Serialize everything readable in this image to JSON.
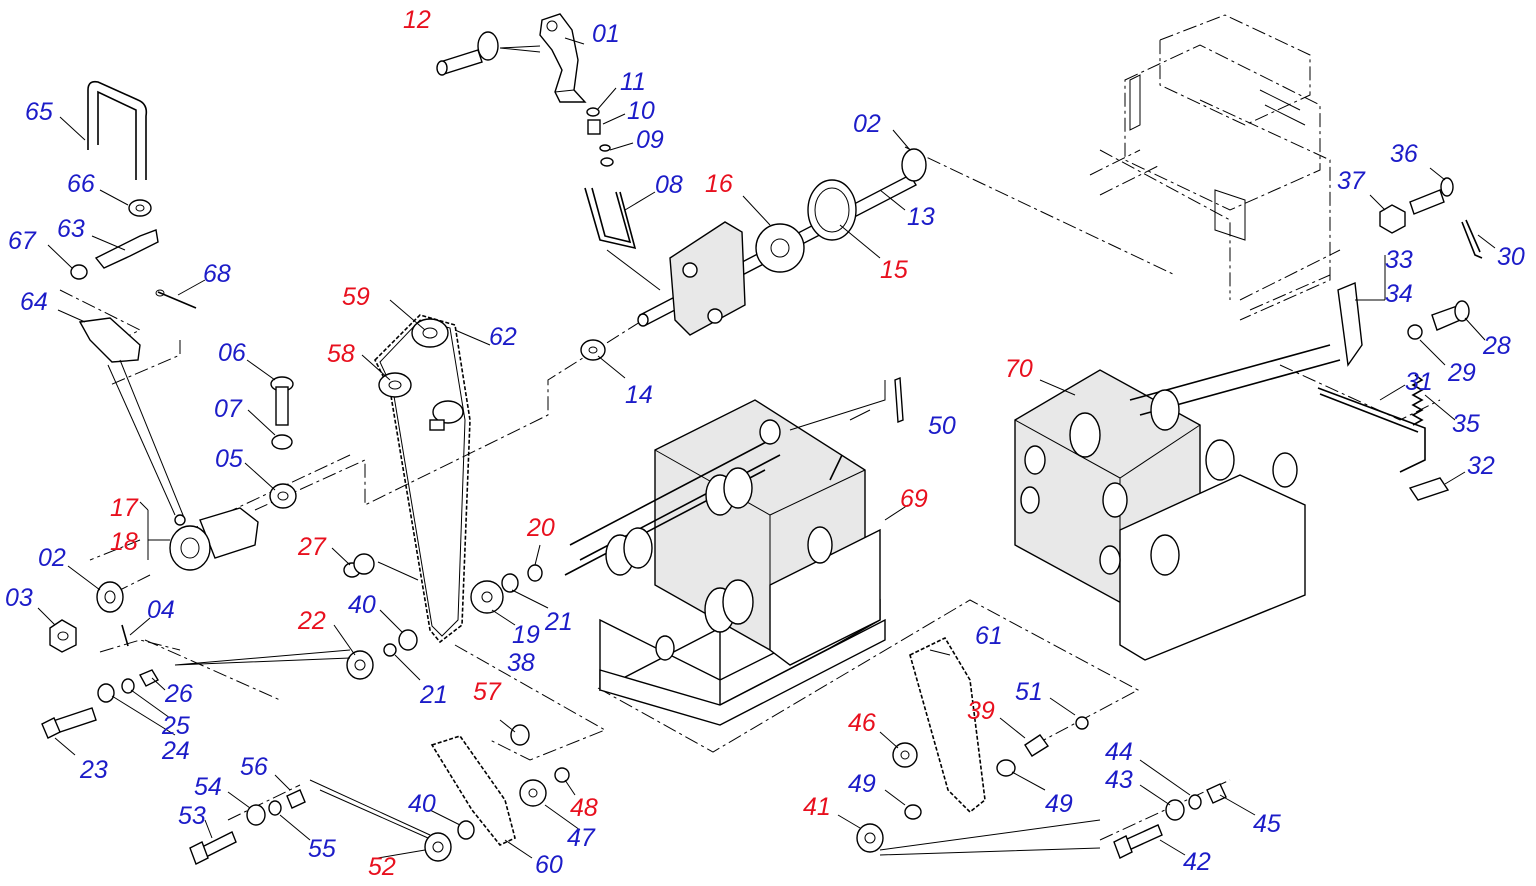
{
  "colors": {
    "new_part": "#e8101e",
    "standard_part": "#1c1cc8",
    "line": "#000000",
    "background": "#ffffff"
  },
  "callouts": [
    {
      "id": "c01",
      "text": "01",
      "color": "standard_part"
    },
    {
      "id": "c02a",
      "text": "02",
      "color": "standard_part"
    },
    {
      "id": "c02b",
      "text": "02",
      "color": "standard_part"
    },
    {
      "id": "c03",
      "text": "03",
      "color": "standard_part"
    },
    {
      "id": "c04",
      "text": "04",
      "color": "standard_part"
    },
    {
      "id": "c05",
      "text": "05",
      "color": "standard_part"
    },
    {
      "id": "c06",
      "text": "06",
      "color": "standard_part"
    },
    {
      "id": "c07",
      "text": "07",
      "color": "standard_part"
    },
    {
      "id": "c08",
      "text": "08",
      "color": "standard_part"
    },
    {
      "id": "c09",
      "text": "09",
      "color": "standard_part"
    },
    {
      "id": "c10",
      "text": "10",
      "color": "standard_part"
    },
    {
      "id": "c11",
      "text": "11",
      "color": "standard_part"
    },
    {
      "id": "c12",
      "text": "12",
      "color": "new_part"
    },
    {
      "id": "c13",
      "text": "13",
      "color": "standard_part"
    },
    {
      "id": "c14",
      "text": "14",
      "color": "standard_part"
    },
    {
      "id": "c15",
      "text": "15",
      "color": "new_part"
    },
    {
      "id": "c16",
      "text": "16",
      "color": "new_part"
    },
    {
      "id": "c17",
      "text": "17",
      "color": "new_part"
    },
    {
      "id": "c18",
      "text": "18",
      "color": "new_part"
    },
    {
      "id": "c19",
      "text": "19",
      "color": "standard_part"
    },
    {
      "id": "c20",
      "text": "20",
      "color": "new_part"
    },
    {
      "id": "c21a",
      "text": "21",
      "color": "standard_part"
    },
    {
      "id": "c21b",
      "text": "21",
      "color": "standard_part"
    },
    {
      "id": "c22",
      "text": "22",
      "color": "new_part"
    },
    {
      "id": "c23",
      "text": "23",
      "color": "standard_part"
    },
    {
      "id": "c24",
      "text": "24",
      "color": "standard_part"
    },
    {
      "id": "c25",
      "text": "25",
      "color": "standard_part"
    },
    {
      "id": "c26",
      "text": "26",
      "color": "standard_part"
    },
    {
      "id": "c27",
      "text": "27",
      "color": "new_part"
    },
    {
      "id": "c28",
      "text": "28",
      "color": "standard_part"
    },
    {
      "id": "c29",
      "text": "29",
      "color": "standard_part"
    },
    {
      "id": "c30",
      "text": "30",
      "color": "standard_part"
    },
    {
      "id": "c31",
      "text": "31",
      "color": "standard_part"
    },
    {
      "id": "c32",
      "text": "32",
      "color": "standard_part"
    },
    {
      "id": "c33",
      "text": "33",
      "color": "standard_part"
    },
    {
      "id": "c34",
      "text": "34",
      "color": "standard_part"
    },
    {
      "id": "c35",
      "text": "35",
      "color": "standard_part"
    },
    {
      "id": "c36",
      "text": "36",
      "color": "standard_part"
    },
    {
      "id": "c37",
      "text": "37",
      "color": "standard_part"
    },
    {
      "id": "c38",
      "text": "38",
      "color": "standard_part"
    },
    {
      "id": "c39",
      "text": "39",
      "color": "new_part"
    },
    {
      "id": "c40a",
      "text": "40",
      "color": "standard_part"
    },
    {
      "id": "c40b",
      "text": "40",
      "color": "standard_part"
    },
    {
      "id": "c41",
      "text": "41",
      "color": "new_part"
    },
    {
      "id": "c42",
      "text": "42",
      "color": "standard_part"
    },
    {
      "id": "c43",
      "text": "43",
      "color": "standard_part"
    },
    {
      "id": "c44",
      "text": "44",
      "color": "standard_part"
    },
    {
      "id": "c45",
      "text": "45",
      "color": "standard_part"
    },
    {
      "id": "c46",
      "text": "46",
      "color": "new_part"
    },
    {
      "id": "c47",
      "text": "47",
      "color": "standard_part"
    },
    {
      "id": "c48",
      "text": "48",
      "color": "new_part"
    },
    {
      "id": "c49a",
      "text": "49",
      "color": "standard_part"
    },
    {
      "id": "c49b",
      "text": "49",
      "color": "standard_part"
    },
    {
      "id": "c50",
      "text": "50",
      "color": "standard_part"
    },
    {
      "id": "c51",
      "text": "51",
      "color": "standard_part"
    },
    {
      "id": "c52",
      "text": "52",
      "color": "new_part"
    },
    {
      "id": "c53",
      "text": "53",
      "color": "standard_part"
    },
    {
      "id": "c54",
      "text": "54",
      "color": "standard_part"
    },
    {
      "id": "c55",
      "text": "55",
      "color": "standard_part"
    },
    {
      "id": "c56",
      "text": "56",
      "color": "standard_part"
    },
    {
      "id": "c57",
      "text": "57",
      "color": "new_part"
    },
    {
      "id": "c58",
      "text": "58",
      "color": "new_part"
    },
    {
      "id": "c59",
      "text": "59",
      "color": "new_part"
    },
    {
      "id": "c60",
      "text": "60",
      "color": "standard_part"
    },
    {
      "id": "c61",
      "text": "61",
      "color": "standard_part"
    },
    {
      "id": "c62",
      "text": "62",
      "color": "standard_part"
    },
    {
      "id": "c63",
      "text": "63",
      "color": "standard_part"
    },
    {
      "id": "c64",
      "text": "64",
      "color": "standard_part"
    },
    {
      "id": "c65",
      "text": "65",
      "color": "standard_part"
    },
    {
      "id": "c66",
      "text": "66",
      "color": "standard_part"
    },
    {
      "id": "c67",
      "text": "67",
      "color": "standard_part"
    },
    {
      "id": "c68",
      "text": "68",
      "color": "standard_part"
    },
    {
      "id": "c69",
      "text": "69",
      "color": "new_part"
    },
    {
      "id": "c70",
      "text": "70",
      "color": "new_part"
    }
  ]
}
